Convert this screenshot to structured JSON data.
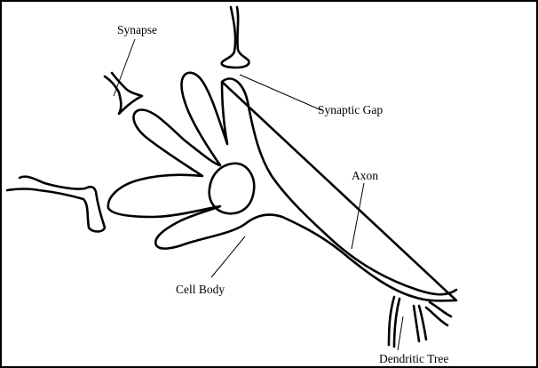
{
  "labels": {
    "synapse": "Synapse",
    "synaptic_gap": "Synaptic Gap",
    "axon": "Axon",
    "cell_body": "Cell Body",
    "dendritic_tree": "Dendritic Tree"
  },
  "colors": {
    "stroke": "#000000",
    "background": "#ffffff"
  }
}
